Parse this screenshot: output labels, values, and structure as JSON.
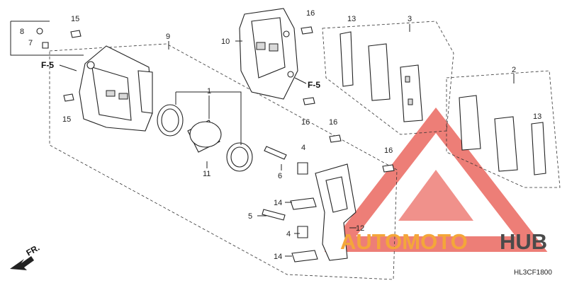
{
  "labels": {
    "l1": "1",
    "l2": "2",
    "l3": "3",
    "l4a": "4",
    "l4b": "4",
    "l5": "5",
    "l6": "6",
    "l7": "7",
    "l8": "8",
    "l9": "9",
    "l10": "10",
    "l11": "11",
    "l12": "12",
    "l13a": "13",
    "l13b": "13",
    "l14a": "14",
    "l14b": "14",
    "l15a": "15",
    "l15b": "15",
    "l16a": "16",
    "l16b": "16",
    "l16c": "16",
    "l16d": "16"
  },
  "refs": {
    "f5_left": "F-5",
    "f5_right": "F-5",
    "front": "FR."
  },
  "diagram_code": "HL3CF1800",
  "watermark": {
    "part1": "AUTOMOTO",
    "part2": "HUB",
    "color_red": "#e8534a",
    "color_orange": "#f4a63a",
    "color_dark": "#4a4a4a"
  }
}
